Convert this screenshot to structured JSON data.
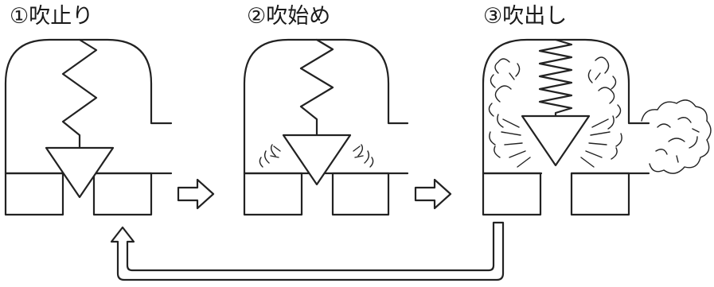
{
  "stages": [
    {
      "label": "①吹止り"
    },
    {
      "label": "②吹始め"
    },
    {
      "label": "③吹出し"
    }
  ],
  "colors": {
    "line": "#222222",
    "background": "#ffffff",
    "text": "#1a1a1a"
  }
}
